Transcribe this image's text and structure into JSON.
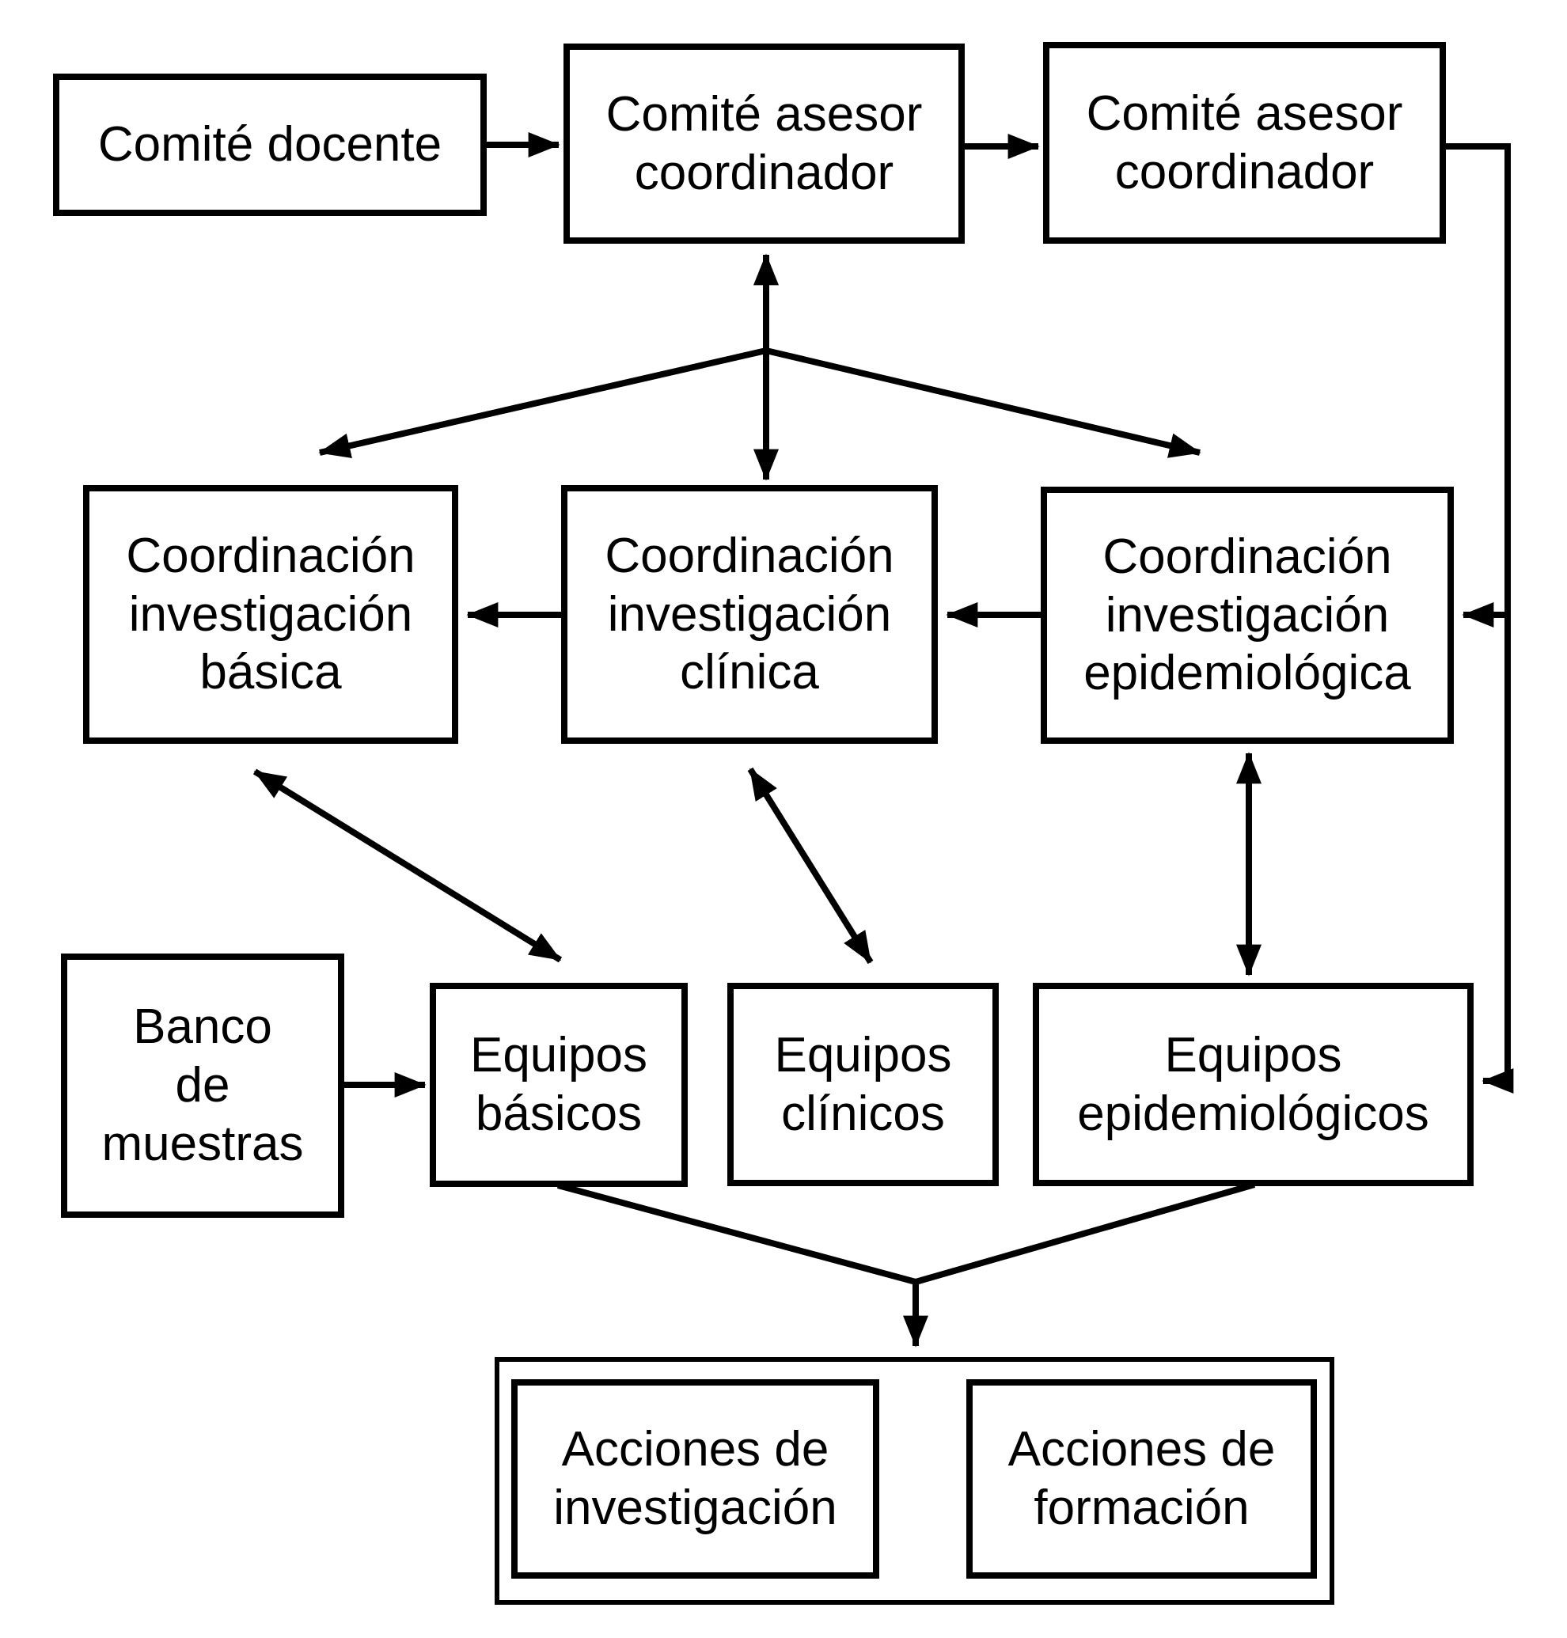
{
  "nodes": {
    "comite_docente": {
      "label": "Comité docente"
    },
    "comite_asesor_1": {
      "label": "Comité asesor\ncoordinador"
    },
    "comite_asesor_2": {
      "label": "Comité asesor\ncoordinador"
    },
    "coordinacion_basica": {
      "label": "Coordinación\ninvestigación\nbásica"
    },
    "coordinacion_clinica": {
      "label": "Coordinación\ninvestigación\nclínica"
    },
    "coordinacion_epidemiologica": {
      "label": "Coordinación\ninvestigación\nepidemiológica"
    },
    "banco_de_muestras": {
      "label": "Banco\nde\nmuestras"
    },
    "equipos_basicos": {
      "label": "Equipos\nbásicos"
    },
    "equipos_clinicos": {
      "label": "Equipos\nclínicos"
    },
    "equipos_epidemiologicos": {
      "label": "Equipos\nepidemiológicos"
    },
    "acciones_investigacion": {
      "label": "Acciones de\ninvestigación"
    },
    "acciones_formacion": {
      "label": "Acciones de\nformación"
    }
  },
  "palette": {
    "ink": "#000000",
    "paper": "#ffffff"
  }
}
